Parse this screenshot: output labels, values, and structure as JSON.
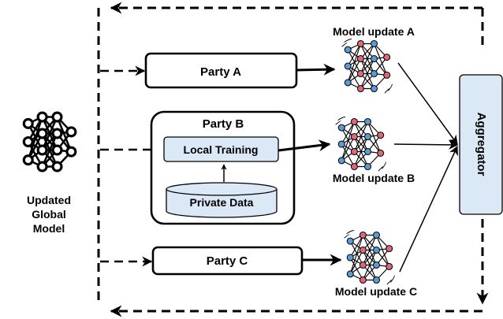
{
  "global_model": {
    "label_lines": [
      "Updated",
      "Global",
      "Model"
    ]
  },
  "parties": {
    "a": {
      "label": "Party A"
    },
    "b": {
      "label": "Party B",
      "local_training": "Local Training",
      "private_data": "Private Data"
    },
    "c": {
      "label": "Party C"
    }
  },
  "updates": {
    "a": "Model update A",
    "b": "Model update B",
    "c": "Model update C"
  },
  "aggregator": {
    "label": "Aggregator"
  },
  "colors": {
    "node_blue": "#5b9bd5",
    "node_red": "#e0677a",
    "box_fill": "#dbe8f6",
    "line": "#000000"
  }
}
